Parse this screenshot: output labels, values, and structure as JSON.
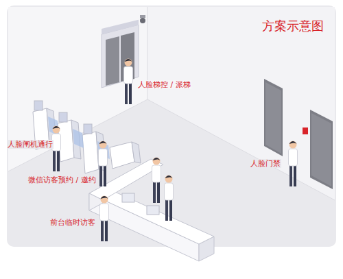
{
  "diagram": {
    "title": "方案示意图",
    "labels": [
      "人脸梯控 / 派梯",
      "人脸闸机通行",
      "微信访客预约 / 邀约",
      "前台临时访客",
      "人脸门禁"
    ]
  }
}
